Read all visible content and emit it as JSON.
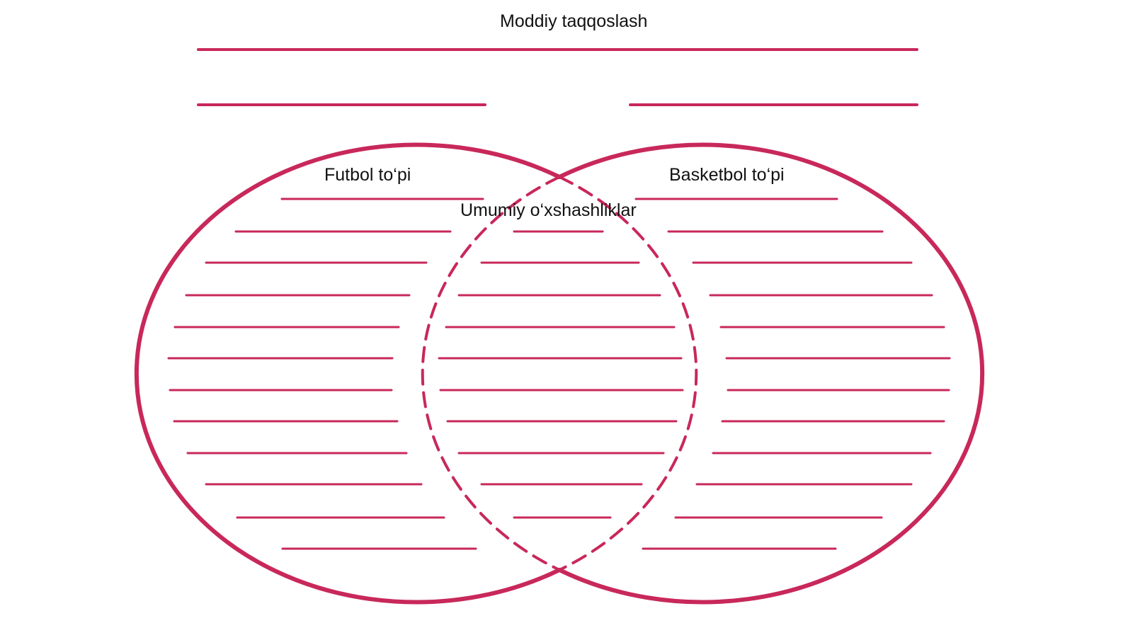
{
  "title": "Moddiy taqqoslash",
  "left_set": {
    "label": "Futbol to‘pi"
  },
  "right_set": {
    "label": "Basketbol to‘pi"
  },
  "intersection": {
    "label": "Umumiy o‘xshashliklar"
  },
  "colors": {
    "accent": "#c8285a",
    "text": "#111111",
    "background": "#ffffff"
  }
}
